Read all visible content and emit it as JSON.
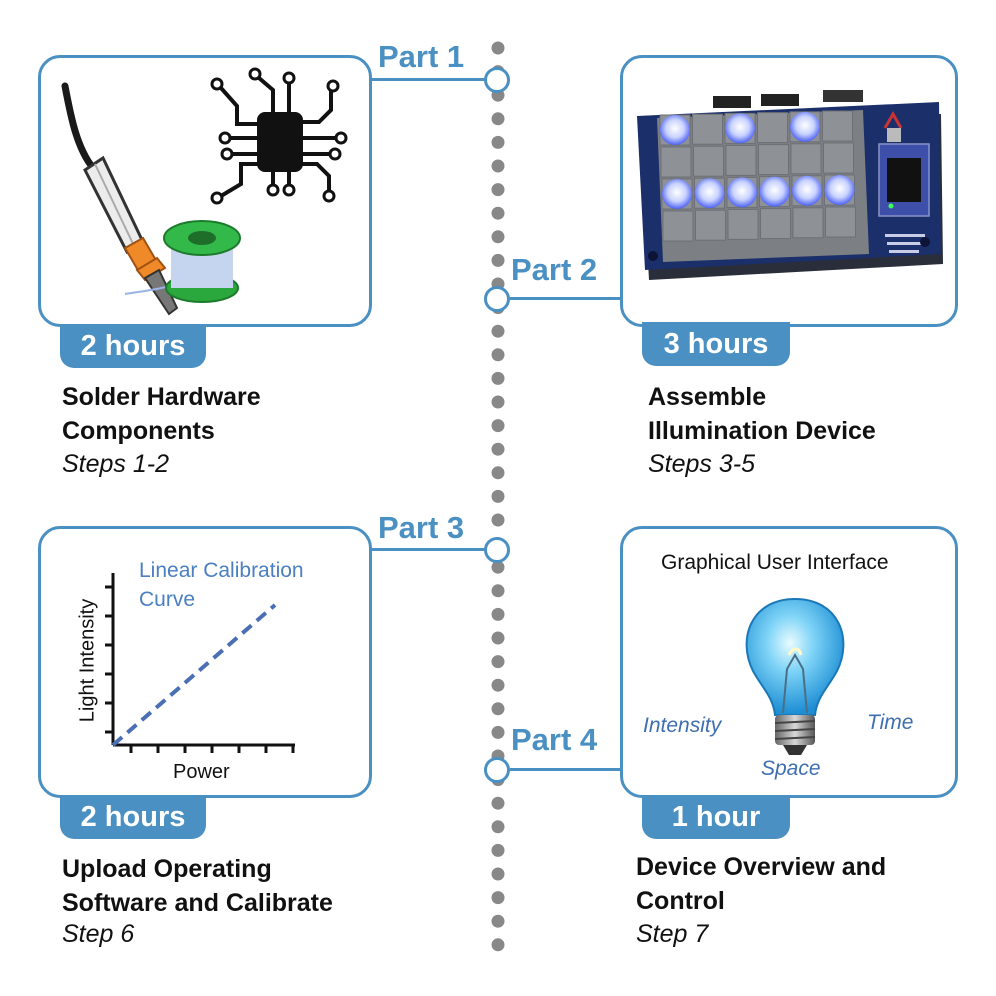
{
  "parts": [
    {
      "label": "Part 1",
      "time": "2 hours",
      "title_line1": "Solder Hardware",
      "title_line2": "Components",
      "steps": "Steps 1-2"
    },
    {
      "label": "Part 2",
      "time": "3 hours",
      "title_line1": "Assemble",
      "title_line2": "Illumination Device",
      "steps": "Steps 3-5"
    },
    {
      "label": "Part 3",
      "time": "2 hours",
      "title_line1": "Upload Operating",
      "title_line2": "Software and Calibrate",
      "steps": "Step 6"
    },
    {
      "label": "Part 4",
      "time": "1 hour",
      "title_line1": "Device Overview and",
      "title_line2": "Control",
      "steps": "Step 7"
    }
  ],
  "calibration": {
    "curve_label_line1": "Linear Calibration",
    "curve_label_line2": "Curve",
    "y_label": "Light Intensity",
    "x_label": "Power"
  },
  "gui": {
    "title": "Graphical User Interface",
    "word_intensity": "Intensity",
    "word_time": "Time",
    "word_space": "Space"
  },
  "colors": {
    "accent": "#4a90c2",
    "timeline_dots": "#888888",
    "led_blue": "#5a7cff",
    "pcb": "#1b2f6b"
  }
}
